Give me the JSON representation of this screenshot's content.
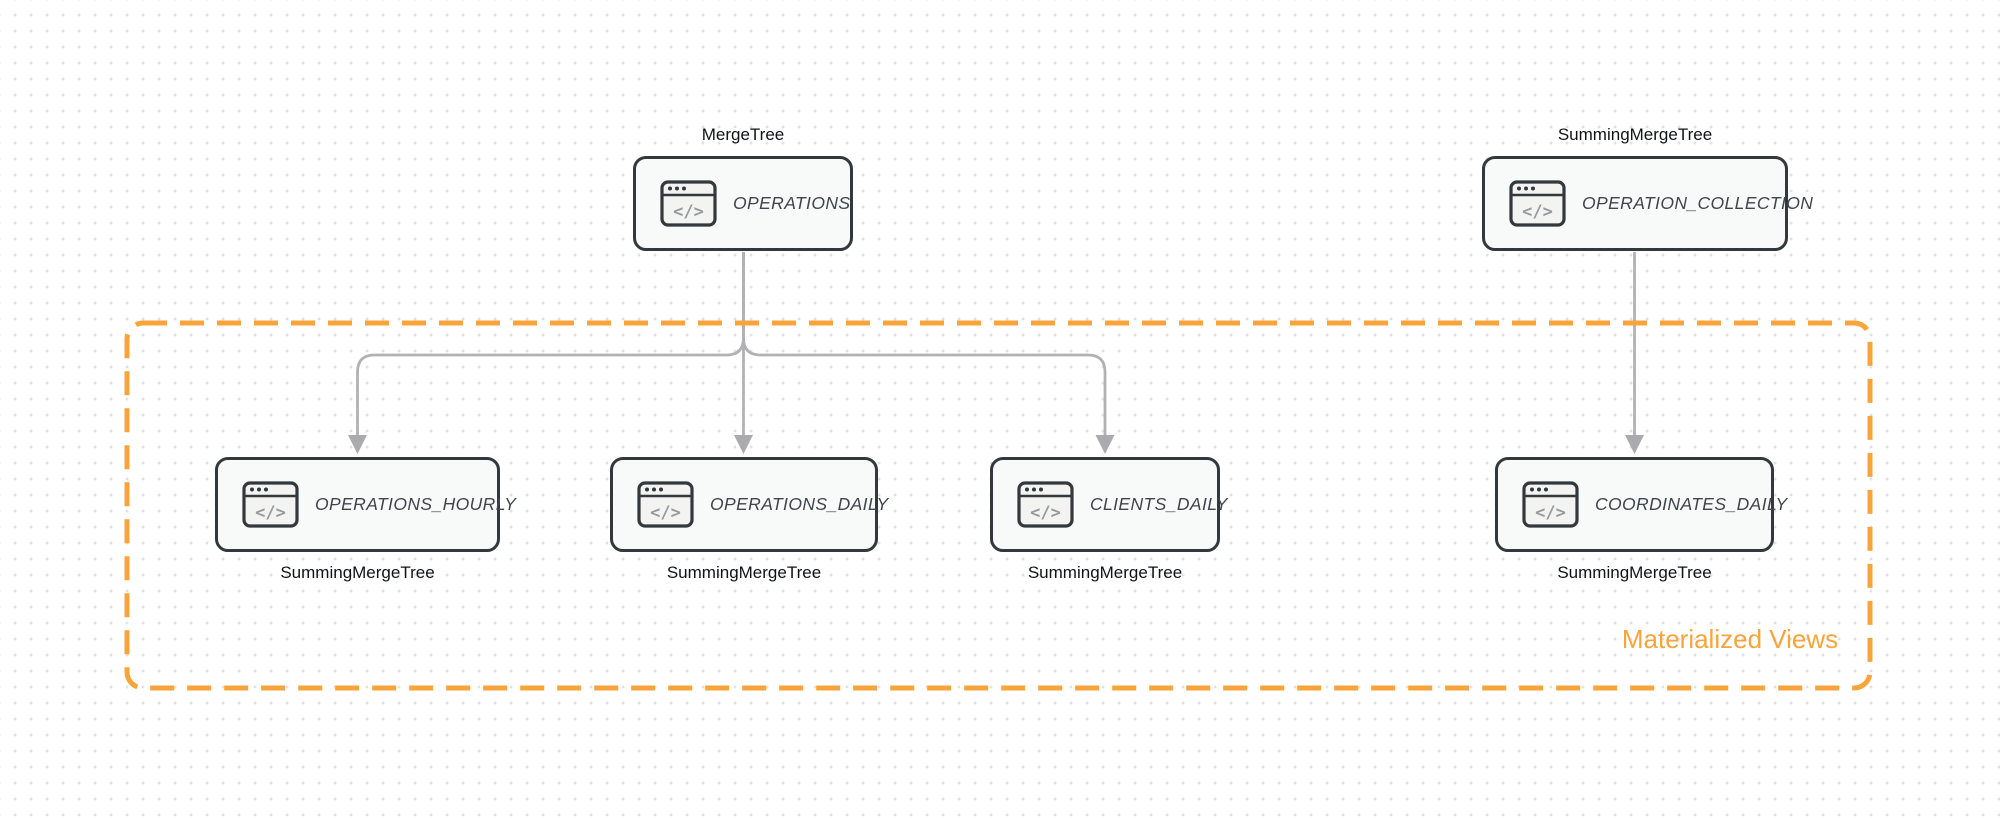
{
  "diagram": {
    "type": "database-schema-flow",
    "icon_glyph": "</>",
    "colors": {
      "accent_orange": "#f7a43b",
      "node_border": "#33383c",
      "node_fill": "#f8f9f9",
      "connector_gray": "#b2b2b4",
      "node_title_text": "#3f454a",
      "engine_label_text": "#101214",
      "dot_grid": "#e2e2e6"
    },
    "group": {
      "label": "Materialized Views",
      "border_style": "dashed",
      "contains": [
        "OPERATIONS_HOURLY",
        "OPERATIONS_DAILY",
        "CLIENTS_DAILY",
        "COORDINATES_DAILY"
      ]
    },
    "nodes": [
      {
        "id": "operations",
        "title": "OPERATIONS",
        "engine_label": "MergeTree",
        "engine_position": "above",
        "icon": "code-window"
      },
      {
        "id": "operation_collection",
        "title": "OPERATION_COLLECTION",
        "engine_label": "SummingMergeTree",
        "engine_position": "above",
        "icon": "code-window"
      },
      {
        "id": "operations_hourly",
        "title": "OPERATIONS_HOURLY",
        "engine_label": "SummingMergeTree",
        "engine_position": "below",
        "icon": "code-window"
      },
      {
        "id": "operations_daily",
        "title": "OPERATIONS_DAILY",
        "engine_label": "SummingMergeTree",
        "engine_position": "below",
        "icon": "code-window"
      },
      {
        "id": "clients_daily",
        "title": "CLIENTS_DAILY",
        "engine_label": "SummingMergeTree",
        "engine_position": "below",
        "icon": "code-window"
      },
      {
        "id": "coordinates_daily",
        "title": "COORDINATES_DAILY",
        "engine_label": "SummingMergeTree",
        "engine_position": "below",
        "icon": "code-window"
      }
    ],
    "edges": [
      {
        "from": "OPERATIONS",
        "to": "OPERATIONS_HOURLY"
      },
      {
        "from": "OPERATIONS",
        "to": "OPERATIONS_DAILY"
      },
      {
        "from": "OPERATIONS",
        "to": "CLIENTS_DAILY"
      },
      {
        "from": "OPERATION_COLLECTION",
        "to": "COORDINATES_DAILY"
      }
    ]
  }
}
